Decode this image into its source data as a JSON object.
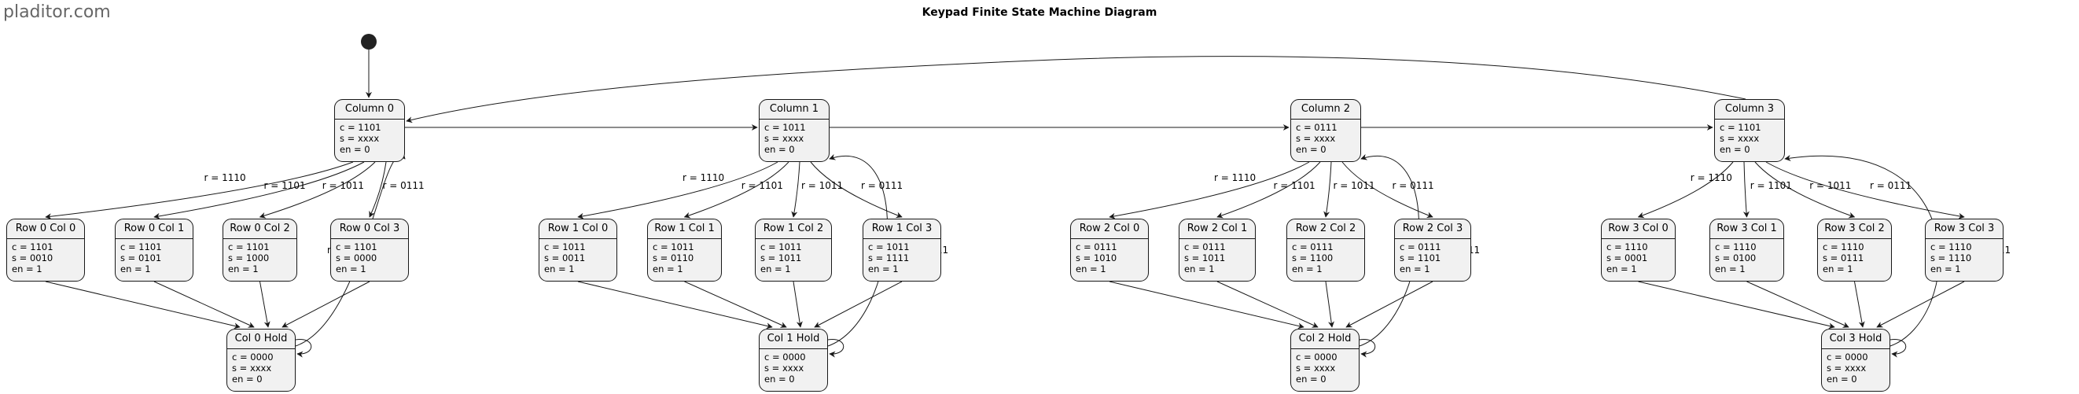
{
  "watermark": "pladitor.com",
  "title": "Keypad Finite State Machine Diagram",
  "states": {
    "c0": {
      "name": "Column 0",
      "lines": [
        "c = 1101",
        "s = xxxx",
        "en = 0"
      ]
    },
    "c1": {
      "name": "Column 1",
      "lines": [
        "c = 1011",
        "s = xxxx",
        "en = 0"
      ]
    },
    "c2": {
      "name": "Column 2",
      "lines": [
        "c = 0111",
        "s = xxxx",
        "en = 0"
      ]
    },
    "c3": {
      "name": "Column 3",
      "lines": [
        "c = 1101",
        "s = xxxx",
        "en = 0"
      ]
    },
    "r0c0": {
      "name": "Row 0 Col 0",
      "lines": [
        "c = 1101",
        "s = 0010",
        "en = 1"
      ]
    },
    "r0c1": {
      "name": "Row 0 Col 1",
      "lines": [
        "c = 1101",
        "s = 0101",
        "en = 1"
      ]
    },
    "r0c2": {
      "name": "Row 0 Col 2",
      "lines": [
        "c = 1101",
        "s = 1000",
        "en = 1"
      ]
    },
    "r0c3": {
      "name": "Row 0 Col 3",
      "lines": [
        "c = 1101",
        "s = 0000",
        "en = 1"
      ]
    },
    "r1c0": {
      "name": "Row 1 Col 0",
      "lines": [
        "c = 1011",
        "s = 0011",
        "en = 1"
      ]
    },
    "r1c1": {
      "name": "Row 1 Col 1",
      "lines": [
        "c = 1011",
        "s = 0110",
        "en = 1"
      ]
    },
    "r1c2": {
      "name": "Row 1 Col 2",
      "lines": [
        "c = 1011",
        "s = 1011",
        "en = 1"
      ]
    },
    "r1c3": {
      "name": "Row 1 Col 3",
      "lines": [
        "c = 1011",
        "s = 1111",
        "en = 1"
      ]
    },
    "r2c0": {
      "name": "Row 2 Col 0",
      "lines": [
        "c = 0111",
        "s = 1010",
        "en = 1"
      ]
    },
    "r2c1": {
      "name": "Row 2 Col 1",
      "lines": [
        "c = 0111",
        "s = 1011",
        "en = 1"
      ]
    },
    "r2c2": {
      "name": "Row 2 Col 2",
      "lines": [
        "c = 0111",
        "s = 1100",
        "en = 1"
      ]
    },
    "r2c3": {
      "name": "Row 2 Col 3",
      "lines": [
        "c = 0111",
        "s = 1101",
        "en = 1"
      ]
    },
    "r3c0": {
      "name": "Row 3 Col 0",
      "lines": [
        "c = 1110",
        "s = 0001",
        "en = 1"
      ]
    },
    "r3c1": {
      "name": "Row 3 Col 1",
      "lines": [
        "c = 1110",
        "s = 0100",
        "en = 1"
      ]
    },
    "r3c2": {
      "name": "Row 3 Col 2",
      "lines": [
        "c = 1110",
        "s = 0111",
        "en = 1"
      ]
    },
    "r3c3": {
      "name": "Row 3 Col 3",
      "lines": [
        "c = 1110",
        "s = 1110",
        "en = 1"
      ]
    },
    "h0": {
      "name": "Col 0 Hold",
      "lines": [
        "c = 0000",
        "s = xxxx",
        "en = 0"
      ]
    },
    "h1": {
      "name": "Col 1 Hold",
      "lines": [
        "c = 0000",
        "s = xxxx",
        "en = 0"
      ]
    },
    "h2": {
      "name": "Col 2 Hold",
      "lines": [
        "c = 0000",
        "s = xxxx",
        "en = 0"
      ]
    },
    "h3": {
      "name": "Col 3 Hold",
      "lines": [
        "c = 0000",
        "s = xxxx",
        "en = 0"
      ]
    }
  },
  "transitions": [
    {
      "from": "c0",
      "to": "r0c0",
      "label": "r = 1110"
    },
    {
      "from": "c0",
      "to": "r0c1",
      "label": "r = 1101"
    },
    {
      "from": "c0",
      "to": "r0c2",
      "label": "r = 1011"
    },
    {
      "from": "c0",
      "to": "r0c3",
      "label": "r = 0111"
    },
    {
      "from": "h0",
      "to": "c0",
      "label": "r = 1111"
    },
    {
      "from": "c1",
      "to": "r1c0",
      "label": "r = 1110"
    },
    {
      "from": "c1",
      "to": "r1c1",
      "label": "r = 1101"
    },
    {
      "from": "c1",
      "to": "r1c2",
      "label": "r = 1011"
    },
    {
      "from": "c1",
      "to": "r1c3",
      "label": "r = 0111"
    },
    {
      "from": "h1",
      "to": "c1",
      "label": "r = 1111"
    },
    {
      "from": "c2",
      "to": "r2c0",
      "label": "r = 1110"
    },
    {
      "from": "c2",
      "to": "r2c1",
      "label": "r = 1101"
    },
    {
      "from": "c2",
      "to": "r2c2",
      "label": "r = 1011"
    },
    {
      "from": "c2",
      "to": "r2c3",
      "label": "r = 0111"
    },
    {
      "from": "h2",
      "to": "c2",
      "label": "r = 1111"
    },
    {
      "from": "c3",
      "to": "r3c0",
      "label": "r = 1110"
    },
    {
      "from": "c3",
      "to": "r3c1",
      "label": "r = 1101"
    },
    {
      "from": "c3",
      "to": "r3c2",
      "label": "r = 1011"
    },
    {
      "from": "c3",
      "to": "r3c3",
      "label": "r = 0111"
    },
    {
      "from": "h3",
      "to": "c3",
      "label": "r = 1111"
    }
  ]
}
